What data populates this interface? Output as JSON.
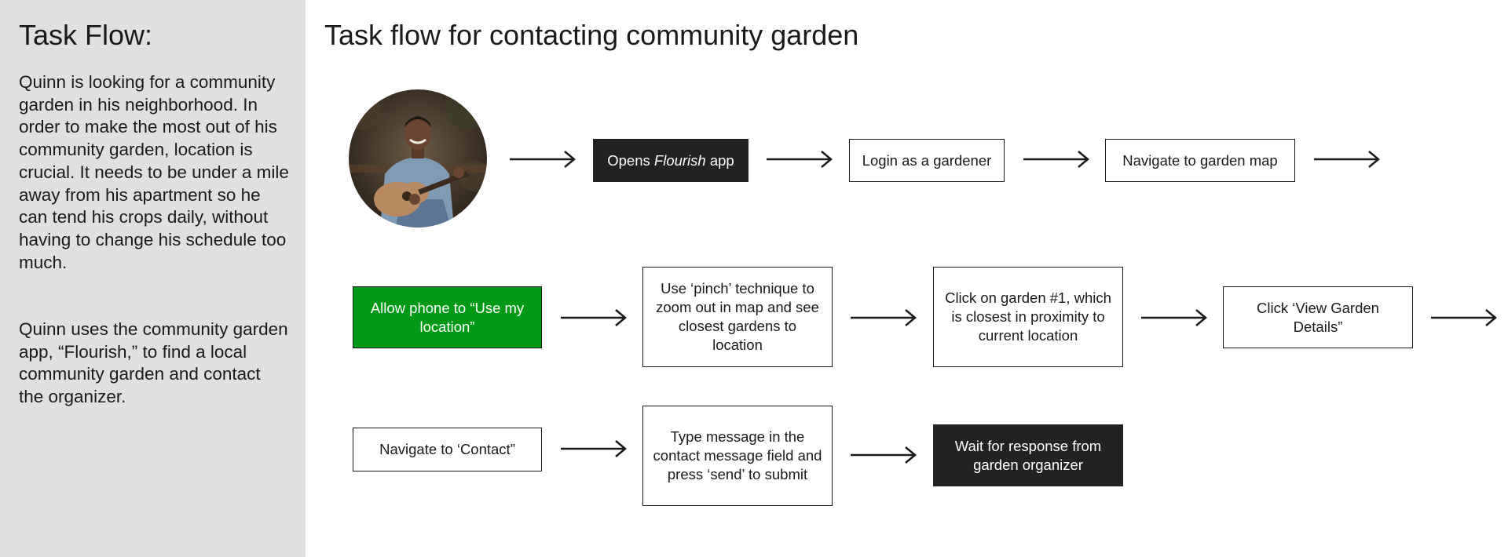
{
  "sidebar": {
    "title": "Task Flow:",
    "paragraph1": "Quinn is looking for a community garden in his neighborhood. In order to make the most out of his community garden, location is crucial. It needs to be under a mile away from his apartment so he can tend his crops daily, without having to change his schedule too much.",
    "paragraph2": "Quinn uses the community garden app, “Flourish,” to find a local community garden and contact the organizer."
  },
  "main": {
    "title": "Task flow for contacting community garden"
  },
  "flow": {
    "opens_app": {
      "prefix": "Opens ",
      "app_name": "Flourish",
      "suffix": " app"
    },
    "login": "Login as a gardener",
    "navigate_map": "Navigate to garden map",
    "allow_location": "Allow phone to “Use my location”",
    "pinch": "Use ‘pinch’ technique to zoom out in map and see closest gardens to location",
    "click_garden": "Click on garden #1, which is closest in proximity to current location",
    "view_details": "Click ‘View Garden Details”",
    "navigate_contact": "Navigate to ‘Contact”",
    "type_message": "Type message in the contact message field and press ‘send’ to submit",
    "wait_response": "Wait for response from garden organizer"
  },
  "colors": {
    "sidebar_bg": "#e0e0e0",
    "dark_step": "#222222",
    "green_step": "#009917",
    "text": "#1a1a1a"
  },
  "icons": [
    "arrow-right-icon",
    "user-photo-avatar"
  ]
}
